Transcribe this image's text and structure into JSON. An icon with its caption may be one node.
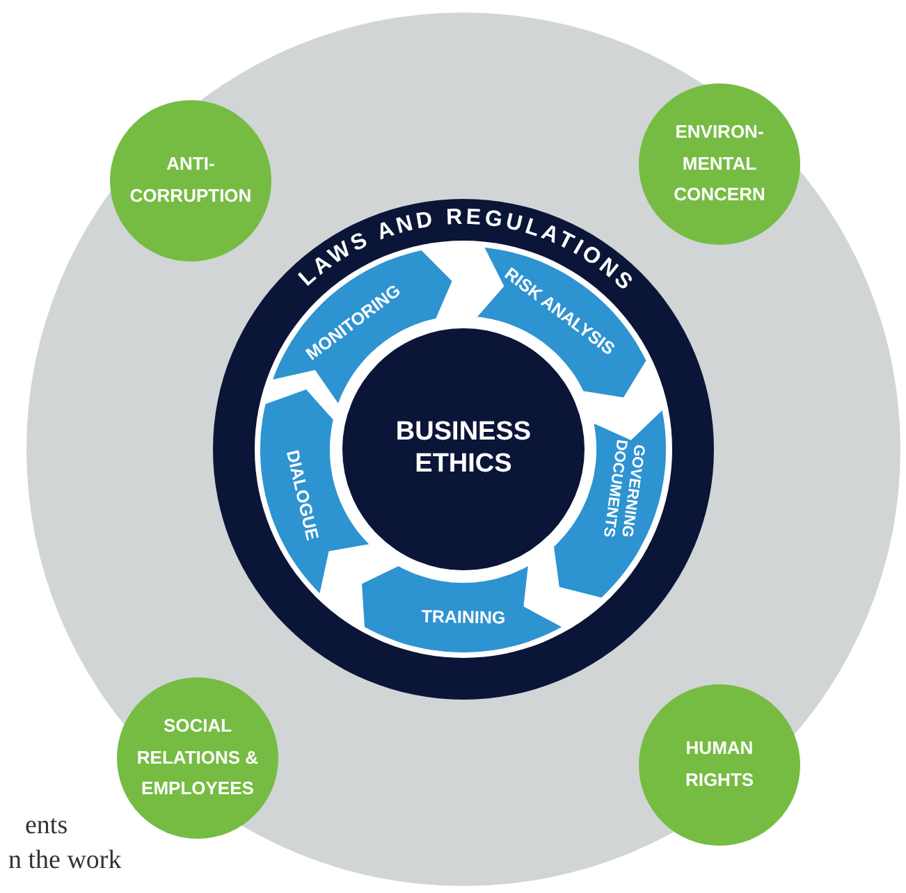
{
  "diagram": {
    "nodes": [
      {
        "text": [
          "LAWS AND REGULATIONS"
        ]
      },
      {
        "text": [
          "BUSINESS ETHICS"
        ],
        "in": 0
      },
      {
        "text": [
          "MONITORING"
        ],
        "in": 0
      },
      {
        "text": [
          "RISK ANALYSIS"
        ],
        "in": 0
      },
      {
        "text": [
          "GOVERNING DOCUMENTS"
        ],
        "in": 0
      },
      {
        "text": [
          "TRAINING"
        ],
        "in": 0
      },
      {
        "text": [
          "DIALOGUE"
        ],
        "in": 0
      },
      {
        "text": [
          "ANTI-CORRUPTION"
        ]
      },
      {
        "text": [
          "ENVIRON-MENTAL CONCERN"
        ]
      },
      {
        "text": [
          "SOCIAL RELATIONS & EMPLOYEES"
        ]
      },
      {
        "text": [
          "HUMAN RIGHTS"
        ]
      }
    ],
    "edges": [],
    "labels": [
      "ents",
      "n the work"
    ]
  }
}
